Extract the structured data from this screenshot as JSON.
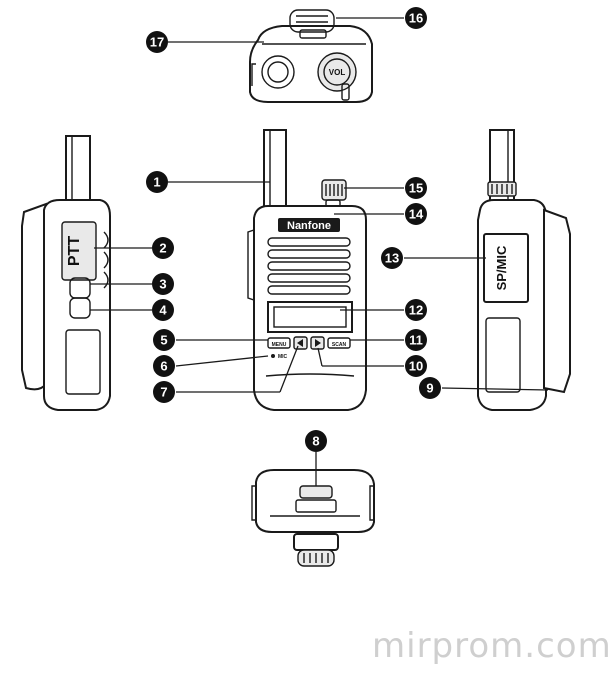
{
  "radio": {
    "brand": "Nanfone",
    "ptt_label": "PTT",
    "spmic_label": "SP/MIC",
    "vol_label": "VOL",
    "menu_label": "MENU",
    "scan_label": "SCAN",
    "mic_label": "MIC"
  },
  "callouts": [
    "1",
    "2",
    "3",
    "4",
    "5",
    "6",
    "7",
    "8",
    "9",
    "10",
    "11",
    "12",
    "13",
    "14",
    "15",
    "16",
    "17"
  ],
  "watermark": "mirprom.com"
}
